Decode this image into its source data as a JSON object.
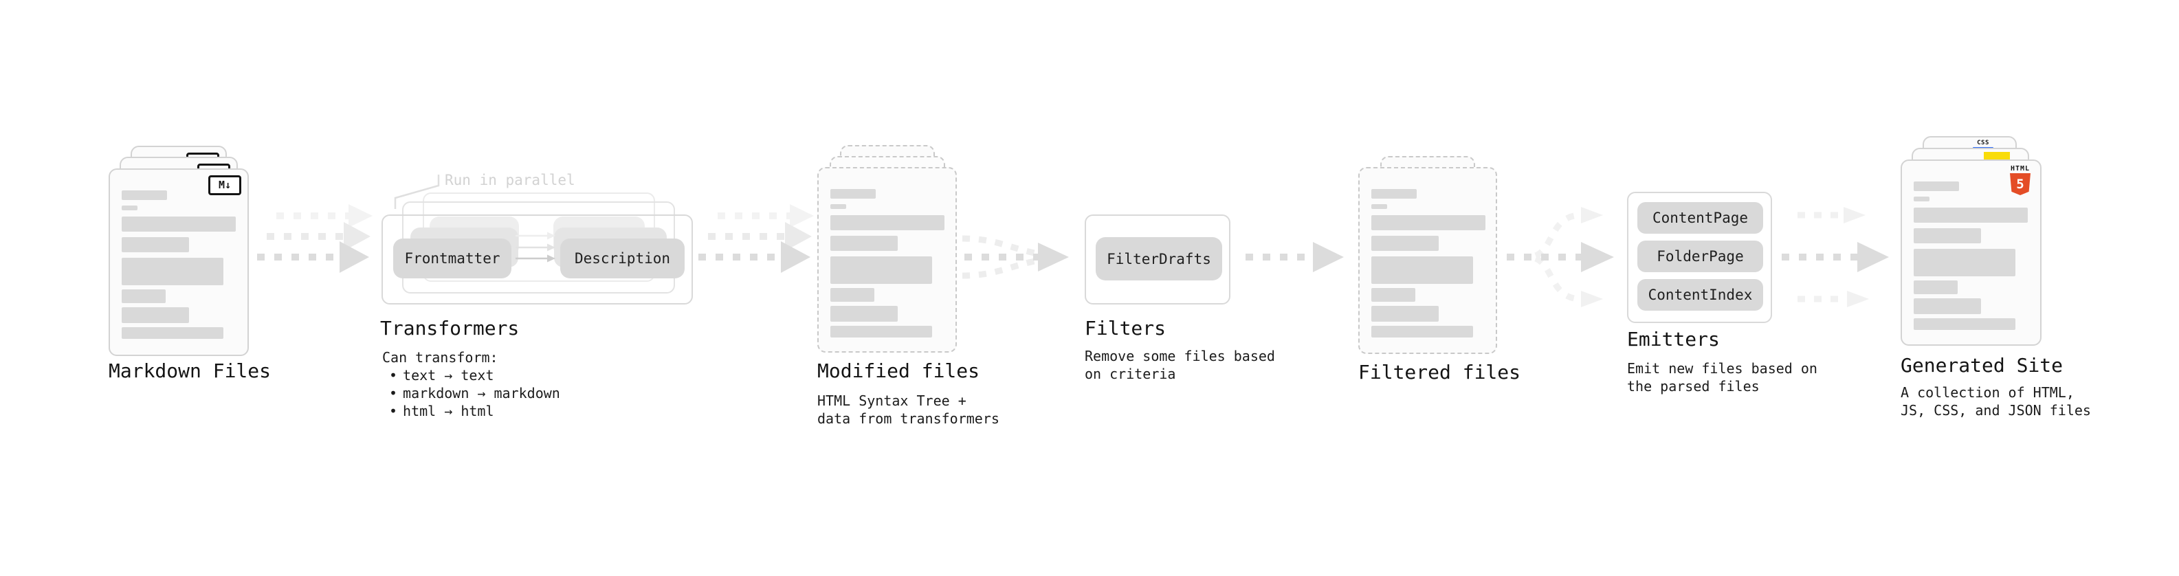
{
  "colors": {
    "background": "#ffffff",
    "card_border": "#d3d3d3",
    "card_bg": "#fbfbfb",
    "placeholder_gray": "#d9d9d9",
    "chip_bg": "#d9d9d9",
    "arrow_gray": "#dcdcdc",
    "arrow_ghost": "#ededed",
    "text": "#1a1a1a",
    "faded_label": "#d2d2d2",
    "html5_orange": "#e44d26",
    "js_yellow": "#f9dc0a",
    "css_blue": "#2f6df6",
    "md_badge_black": "#141414"
  },
  "markdown_files": {
    "title": "Markdown Files",
    "badge_label": "M↓"
  },
  "transformers": {
    "parallel_label": "Run in parallel",
    "left_button": "Frontmatter",
    "right_button": "Description",
    "title": "Transformers",
    "body_heading": "Can transform:",
    "bullet_char": "•",
    "bullets": [
      "text → text",
      "markdown → markdown",
      "html → html"
    ]
  },
  "modified_files": {
    "title": "Modified files",
    "desc_line1": "HTML Syntax Tree +",
    "desc_line2": "data from transformers"
  },
  "filters": {
    "button": "FilterDrafts",
    "title": "Filters",
    "desc_line1": "Remove some files based",
    "desc_line2": "on criteria"
  },
  "filtered_files": {
    "title": "Filtered files"
  },
  "emitters": {
    "buttons": [
      "ContentPage",
      "FolderPage",
      "ContentIndex"
    ],
    "title": "Emitters",
    "desc_line1": "Emit new files based on",
    "desc_line2": "the parsed files"
  },
  "generated_site": {
    "title": "Generated Site",
    "desc_line1": "A collection of HTML,",
    "desc_line2": "JS, CSS, and JSON files",
    "css_badge": "CSS",
    "html_badge_label": "HTML",
    "html_badge_number": "5"
  }
}
